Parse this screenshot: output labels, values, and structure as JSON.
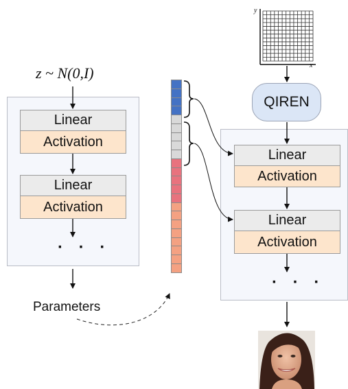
{
  "left_network": {
    "input_label": "z ~ N(0,I)",
    "blocks": [
      {
        "linear": "Linear",
        "activation": "Activation"
      },
      {
        "linear": "Linear",
        "activation": "Activation"
      }
    ],
    "ellipsis": "· · ·",
    "output_label": "Parameters"
  },
  "right_network": {
    "module_label": "QIREN",
    "blocks": [
      {
        "linear": "Linear",
        "activation": "Activation"
      },
      {
        "linear": "Linear",
        "activation": "Activation"
      }
    ],
    "ellipsis": "· · ·",
    "grid_axis_x": "x",
    "grid_axis_y": "y"
  },
  "parameter_vector": {
    "segments": [
      {
        "color": "#4472c4",
        "cells": 4
      },
      {
        "color": "#d9d9d9",
        "cells": 5
      },
      {
        "color": "#e8727e",
        "cells": 5
      },
      {
        "color": "#f4a182",
        "cells": 8
      }
    ]
  },
  "output_image": "face-portrait"
}
